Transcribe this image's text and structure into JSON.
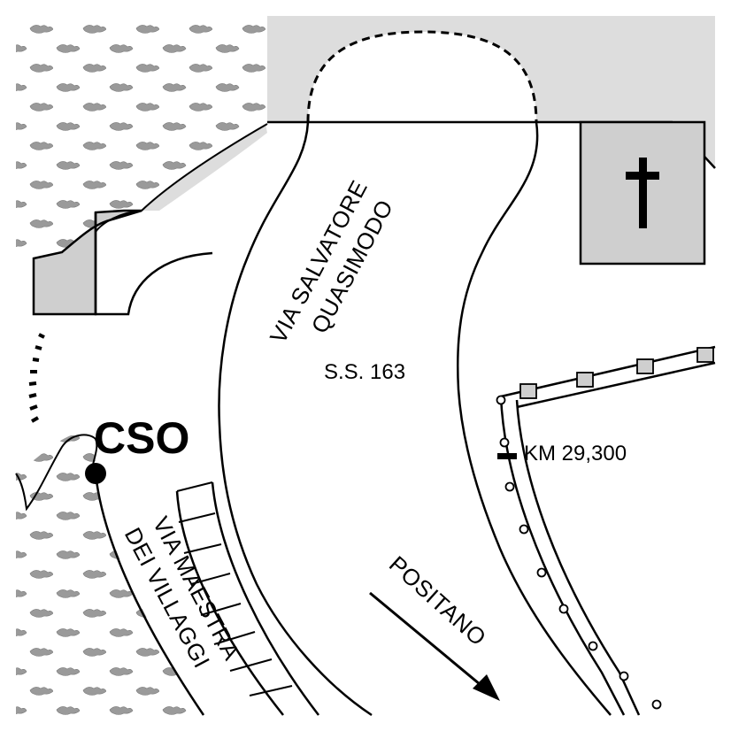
{
  "map": {
    "labels": {
      "via_salvatore_line1": "VIA SALVATORE",
      "via_salvatore_line2": "QUASIMODO",
      "road_number": "S.S. 163",
      "km_marker": "KM 29,300",
      "site_code": "CSO",
      "via_maestra_line1": "VIA MAESTRA",
      "via_maestra_line2": "DEI VILLAGGI",
      "direction": "POSITANO"
    },
    "colors": {
      "built_area": "#dddddd",
      "line": "#000000",
      "vegetation": "#9a9a9a",
      "background": "#ffffff"
    },
    "symbols": {
      "church": "latin-cross-icon",
      "station": "filled-circle-marker",
      "km_marker": "km-tick-marker",
      "direction": "arrow-icon",
      "vegetation": "tree-pattern"
    }
  }
}
